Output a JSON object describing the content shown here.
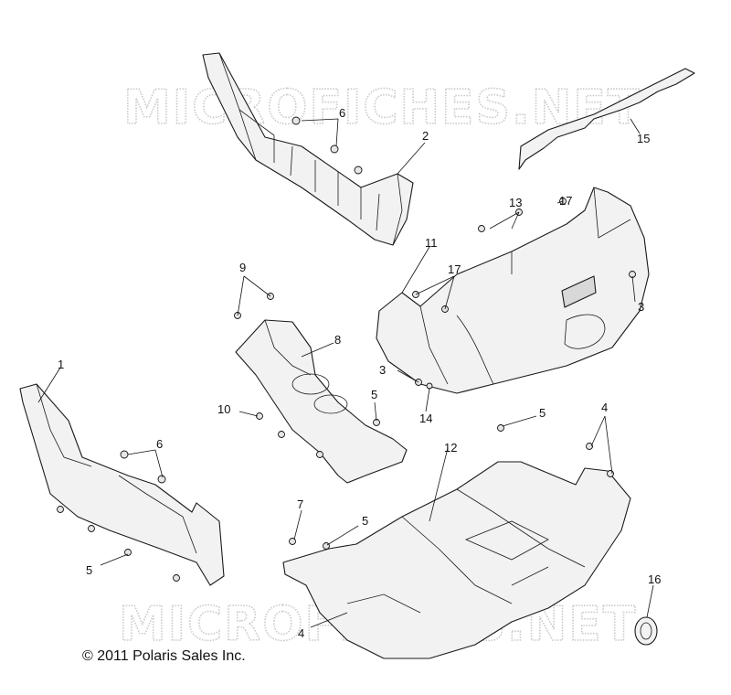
{
  "watermark": {
    "top_text": "MICROFICHES.NET",
    "bottom_text": "MICROFICHES.NET"
  },
  "copyright": "© 2011 Polaris Sales Inc.",
  "callouts": {
    "c1": "1",
    "c2": "2",
    "c3a": "3",
    "c3b": "3",
    "c4a": "4",
    "c4b": "4",
    "c5a": "5",
    "c5b": "5",
    "c5c": "5",
    "c5d": "5",
    "c6a": "6",
    "c6b": "6",
    "c7": "7",
    "c8": "8",
    "c9": "9",
    "c10": "10",
    "c11": "11",
    "c12": "12",
    "c13": "13",
    "c14": "14",
    "c15": "15",
    "c16": "16",
    "c17a": "17",
    "c17b": "17"
  }
}
